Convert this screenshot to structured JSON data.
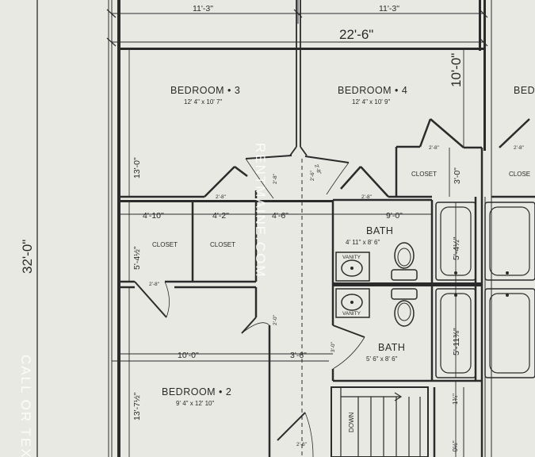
{
  "labels": {
    "top_dim_left": "11'-3\"",
    "top_dim_right": "11'-3\"",
    "overall_width": "22'-6\"",
    "overall_depth": "32'-0\"",
    "right_dim_top": "10'-0\"",
    "bedroom3_name": "BEDROOM • 3",
    "bedroom3_size": "12' 4\" x 10' 7\"",
    "bedroom4_name": "BEDROOM • 4",
    "bedroom4_size": "12' 4\" x 10' 9\"",
    "bedroom5_partial": "BED",
    "bedroom2_name": "BEDROOM • 2",
    "bedroom2_size": "9' 4\" x 12' 10\"",
    "bath1_name": "BATH",
    "bath1_size": "4' 11\" x 8' 6\"",
    "bath2_name": "BATH",
    "bath2_size": "5' 6\" x 8' 6\"",
    "closet_a": "CLOSET",
    "closet_b": "CLOSET",
    "closet_c": "CLOSET",
    "closet_d": "CLOSE",
    "dim_4_10": "4'-10\"",
    "dim_4_2": "4'-2\"",
    "dim_4_6": "4'-6\"",
    "dim_9_0": "9'-0\"",
    "dim_10_0": "10'-0\"",
    "dim_3_6": "3'-6\"",
    "dim_13_0": "13'-0\"",
    "dim_5_4h": "5'-4½\"",
    "dim_13_7h": "13'-7½\"",
    "dim_3_0": "3'-0\"",
    "dim_5_4h_tub": "5'-4½\"",
    "dim_5_11": "5'-11⅜\"",
    "dim_1_3q": "1¾\"",
    "dim_0_1h": "-0½\"",
    "door_2_8_a": "2'-8\"",
    "door_2_8_b": "2'-8\"",
    "door_2_8_c": "2'-8\"",
    "door_2_8_d": "2'-8\"",
    "door_2_8_e": "2'-8\"",
    "door_2_8_f": "2'-8\"",
    "door_2_8_g": "2'-8\"",
    "door_2_6": "2'-6\"",
    "door_2_0": "2'-0\"",
    "door_3_0": "3'-0\"",
    "door_2_6_b": "2'-6\"",
    "vanity_1": "VANITY",
    "vanity_2": "VANITY",
    "stair_down": "DOWN",
    "watermark_1": "RENTMAINE.COM",
    "watermark_2": "CALL OR TEXT"
  }
}
